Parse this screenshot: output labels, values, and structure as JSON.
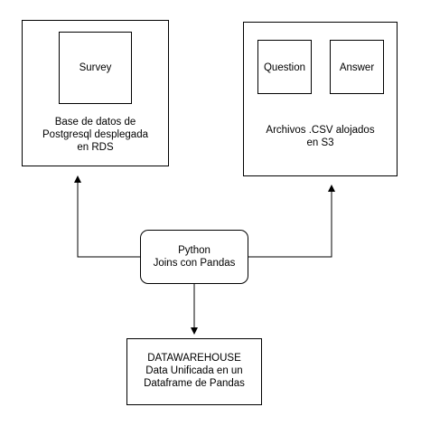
{
  "rds_box": {
    "inner_label": "Survey",
    "caption_lines": [
      "Base de datos de",
      "Postgresql desplegada",
      "en RDS"
    ]
  },
  "s3_box": {
    "question_label": "Question",
    "answer_label": "Answer",
    "caption_lines": [
      "Archivos .CSV alojados",
      "en S3"
    ]
  },
  "python_box": {
    "lines": [
      "Python",
      "Joins con Pandas"
    ]
  },
  "warehouse_box": {
    "lines": [
      "DATAWAREHOUSE",
      "Data Unificada en un",
      "Dataframe de Pandas"
    ]
  }
}
